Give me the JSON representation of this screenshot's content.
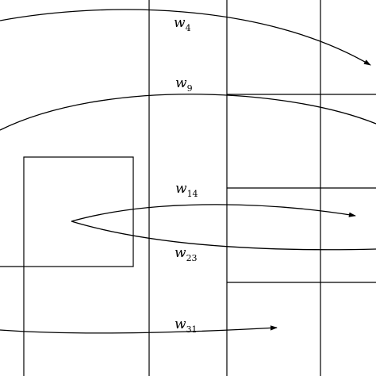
{
  "diagram": {
    "labels": [
      {
        "id": "w4",
        "base": "w",
        "sub": "4"
      },
      {
        "id": "w9",
        "base": "w",
        "sub": "9"
      },
      {
        "id": "w14",
        "base": "w",
        "sub": "14"
      },
      {
        "id": "w23",
        "base": "w",
        "sub": "23"
      },
      {
        "id": "w31",
        "base": "w",
        "sub": "31"
      }
    ],
    "colors": {
      "stroke": "#000000",
      "background": "#ffffff"
    }
  }
}
